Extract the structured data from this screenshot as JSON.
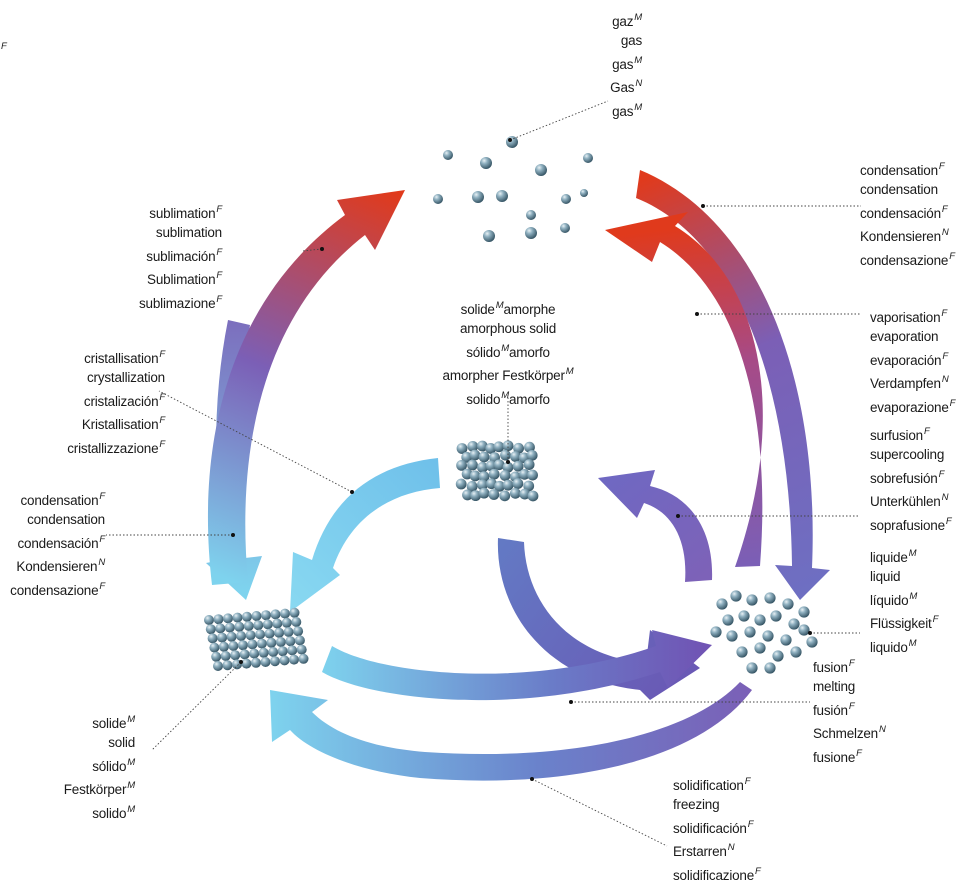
{
  "colors": {
    "blue_light": "#7ed3ee",
    "purple": "#7b5fb6",
    "red": "#e03a1c",
    "particle": "#5d8aa1",
    "leader": "#444444"
  },
  "labels": {
    "stray": {
      "lines": [
        {
          "text": "",
          "g": "F"
        }
      ]
    },
    "gas": {
      "lines": [
        {
          "text": "gaz",
          "g": "M"
        },
        {
          "text": "gas",
          "g": ""
        },
        {
          "text": "gas",
          "g": "M"
        },
        {
          "text": "Gas",
          "g": "N"
        },
        {
          "text": "gas",
          "g": "M"
        }
      ]
    },
    "condensation_top": {
      "lines": [
        {
          "text": "condensation",
          "g": "F"
        },
        {
          "text": "condensation",
          "g": ""
        },
        {
          "text": "condensación",
          "g": "F"
        },
        {
          "text": "Kondensieren",
          "g": "N"
        },
        {
          "text": "condensazione",
          "g": "F"
        }
      ]
    },
    "sublimation": {
      "lines": [
        {
          "text": "sublimation",
          "g": "F"
        },
        {
          "text": "sublimation",
          "g": ""
        },
        {
          "text": "sublimación",
          "g": "F"
        },
        {
          "text": "Sublimation",
          "g": "F"
        },
        {
          "text": "sublimazione",
          "g": "F"
        }
      ]
    },
    "amorphous": {
      "lines": [
        {
          "text": "solide",
          "g": "M",
          "tail": "amorphe"
        },
        {
          "text": "amorphous solid",
          "g": ""
        },
        {
          "text": "sólido",
          "g": "M",
          "tail": "amorfo"
        },
        {
          "text": "amorpher Festkörper",
          "g": "M"
        },
        {
          "text": "solido",
          "g": "M",
          "tail": "amorfo"
        }
      ]
    },
    "vaporisation": {
      "lines": [
        {
          "text": "vaporisation",
          "g": "F"
        },
        {
          "text": "evaporation",
          "g": ""
        },
        {
          "text": "evaporación",
          "g": "F"
        },
        {
          "text": "Verdampfen",
          "g": "N"
        },
        {
          "text": "evaporazione",
          "g": "F"
        }
      ]
    },
    "crystallisation": {
      "lines": [
        {
          "text": "cristallisation",
          "g": "F"
        },
        {
          "text": "crystallization",
          "g": ""
        },
        {
          "text": "cristalización",
          "g": "F"
        },
        {
          "text": "Kristallisation",
          "g": "F"
        },
        {
          "text": "cristallizzazione",
          "g": "F"
        }
      ]
    },
    "supercooling": {
      "lines": [
        {
          "text": "surfusion",
          "g": "F"
        },
        {
          "text": "supercooling",
          "g": ""
        },
        {
          "text": "sobrefusión",
          "g": "F"
        },
        {
          "text": "Unterkühlen",
          "g": "N"
        },
        {
          "text": "soprafusione",
          "g": "F"
        }
      ]
    },
    "condensation_left": {
      "lines": [
        {
          "text": "condensation",
          "g": "F"
        },
        {
          "text": "condensation",
          "g": ""
        },
        {
          "text": "condensación",
          "g": "F"
        },
        {
          "text": "Kondensieren",
          "g": "N"
        },
        {
          "text": "condensazione",
          "g": "F"
        }
      ]
    },
    "liquid": {
      "lines": [
        {
          "text": "liquide",
          "g": "M"
        },
        {
          "text": "liquid",
          "g": ""
        },
        {
          "text": "líquido",
          "g": "M"
        },
        {
          "text": "Flüssigkeit",
          "g": "F"
        },
        {
          "text": "liquido",
          "g": "M"
        }
      ]
    },
    "fusion": {
      "lines": [
        {
          "text": "fusion",
          "g": "F"
        },
        {
          "text": "melting",
          "g": ""
        },
        {
          "text": "fusión",
          "g": "F"
        },
        {
          "text": "Schmelzen",
          "g": "N"
        },
        {
          "text": "fusione",
          "g": "F"
        }
      ]
    },
    "solid": {
      "lines": [
        {
          "text": "solide",
          "g": "M"
        },
        {
          "text": "solid",
          "g": ""
        },
        {
          "text": "sólido",
          "g": "M"
        },
        {
          "text": "Festkörper",
          "g": "M"
        },
        {
          "text": "solido",
          "g": "M"
        }
      ]
    },
    "solidification": {
      "lines": [
        {
          "text": "solidification",
          "g": "F"
        },
        {
          "text": "freezing",
          "g": ""
        },
        {
          "text": "solidificación",
          "g": "F"
        },
        {
          "text": "Erstarren",
          "g": "N"
        },
        {
          "text": "solidificazione",
          "g": "F"
        }
      ]
    }
  }
}
